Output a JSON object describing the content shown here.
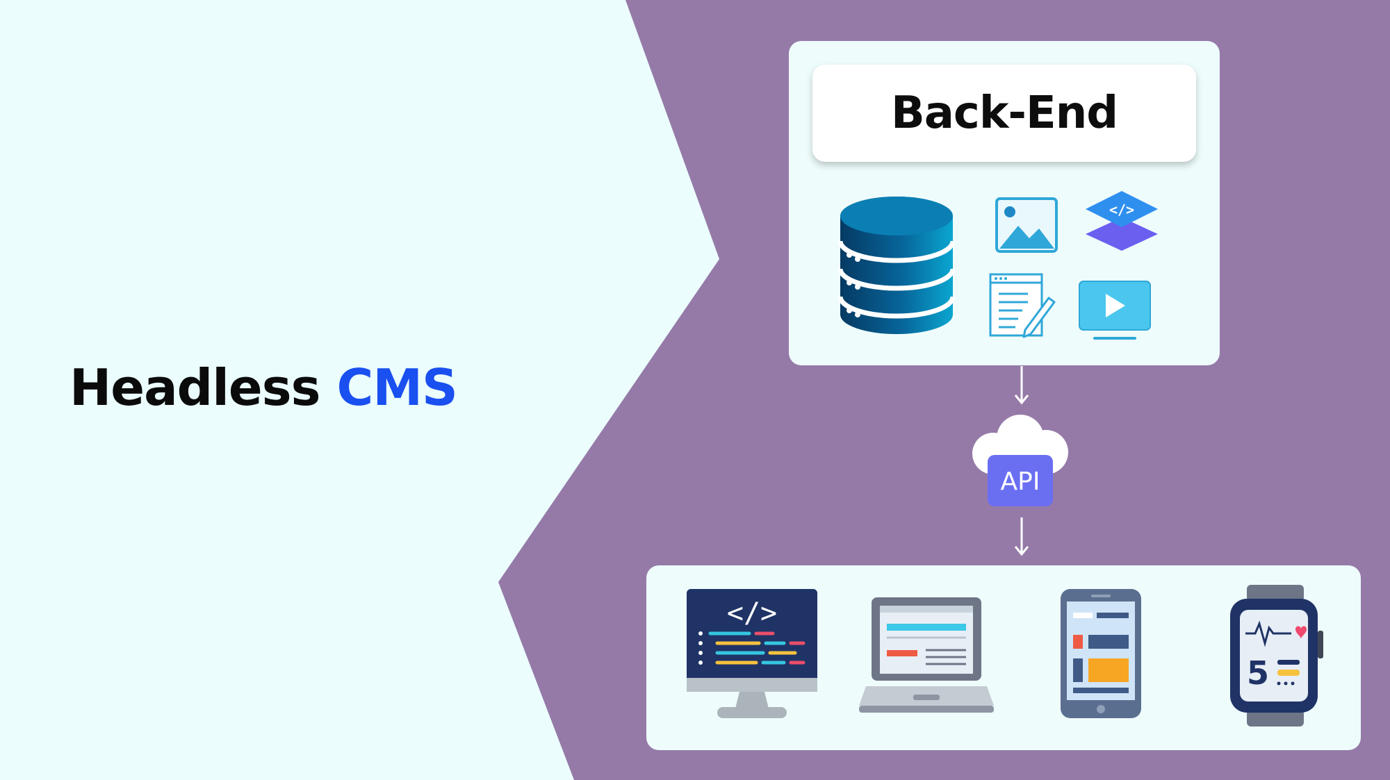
{
  "title": {
    "main": "Headless",
    "accent": "CMS"
  },
  "backend": {
    "heading": "Back-End",
    "icons": [
      "database-icon",
      "image-icon",
      "code-layers-icon",
      "document-edit-icon",
      "video-icon"
    ]
  },
  "api": {
    "label": "API",
    "icon": "cloud-icon"
  },
  "devices": {
    "icons": [
      "desktop-code-icon",
      "laptop-icon",
      "smartphone-icon",
      "smartwatch-icon"
    ],
    "watch_digit": "5"
  },
  "colors": {
    "background_light": "#ebfdfd",
    "background_purple": "#957aa8",
    "accent_blue": "#1a4ff0",
    "panel": "#eefcfc",
    "api_badge": "#6a6ff2"
  }
}
